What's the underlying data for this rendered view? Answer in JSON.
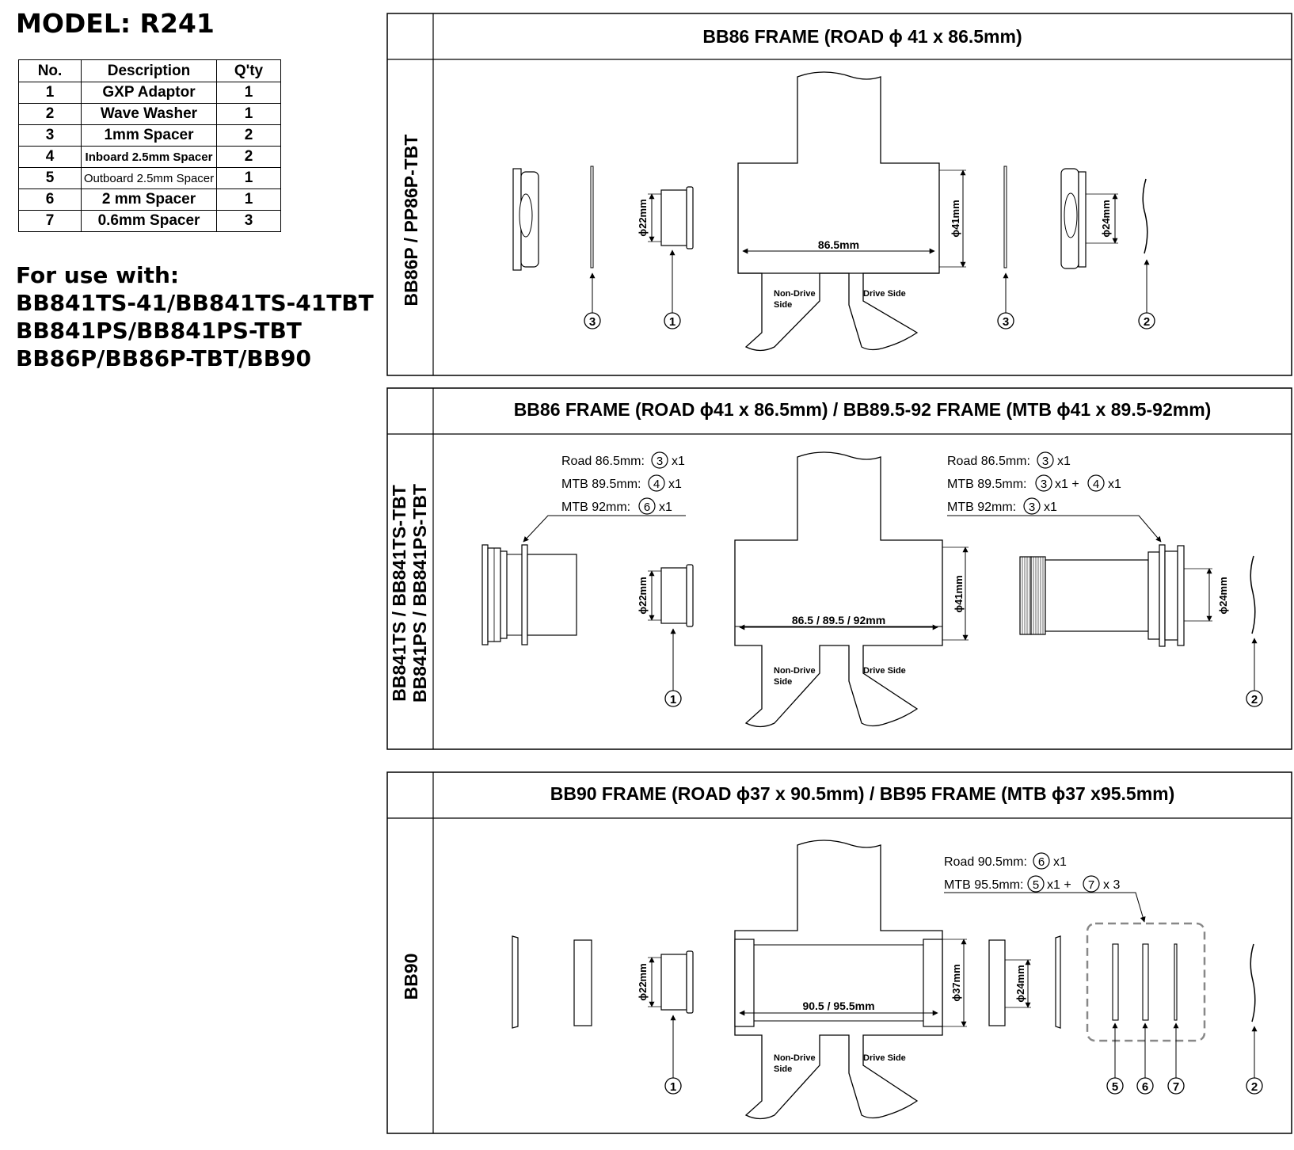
{
  "model": "MODEL: R241",
  "parts_table": {
    "headers": [
      "No.",
      "Description",
      "Q'ty"
    ],
    "rows": [
      {
        "no": "1",
        "desc": "GXP Adaptor",
        "qty": "1"
      },
      {
        "no": "2",
        "desc": "Wave Washer",
        "qty": "1"
      },
      {
        "no": "3",
        "desc": "1mm Spacer",
        "qty": "2"
      },
      {
        "no": "4",
        "desc": "Inboard 2.5mm Spacer",
        "qty": "2"
      },
      {
        "no": "5",
        "desc": "Outboard 2.5mm Spacer",
        "qty": "1"
      },
      {
        "no": "6",
        "desc": "2 mm Spacer",
        "qty": "1"
      },
      {
        "no": "7",
        "desc": "0.6mm Spacer",
        "qty": "3"
      }
    ]
  },
  "for_use": {
    "heading": "For use with:",
    "lines": [
      "BB841TS-41/BB841TS-41TBT",
      "BB841PS/BB841PS-TBT",
      "BB86P/BB86P-TBT/BB90"
    ]
  },
  "panel1": {
    "title": "BB86 FRAME (ROAD ϕ 41 x 86.5mm)",
    "side": "BB86P / PP86P-TBT",
    "dims": {
      "d22": "ϕ22mm",
      "width": "86.5mm",
      "d41": "ϕ41mm",
      "d24": "ϕ24mm"
    },
    "labels": {
      "nds": "Non-Drive",
      "nds2": "Side",
      "ds": "Drive Side"
    },
    "callouts": [
      "3",
      "1",
      "3",
      "2"
    ]
  },
  "panel2": {
    "title": "BB86 FRAME (ROAD ϕ41 x 86.5mm) / BB89.5-92 FRAME (MTB ϕ41 x 89.5-92mm)",
    "side1": "BB841TS  / BB841TS-TBT",
    "side2": "BB841PS  / BB841PS-TBT",
    "dims": {
      "d22": "ϕ22mm",
      "width": "86.5 / 89.5 / 92mm",
      "d41": "ϕ41mm",
      "d24": "ϕ24mm"
    },
    "labels": {
      "nds": "Non-Drive",
      "nds2": "Side",
      "ds": "Drive Side"
    },
    "left_notes": {
      "l1": "Road 86.5mm:",
      "l1n": "3",
      "l1q": "x1",
      "l2": "MTB 89.5mm:",
      "l2n": "4",
      "l2q": "x1",
      "l3": "MTB 92mm:",
      "l3n": "6",
      "l3q": "x1"
    },
    "right_notes": {
      "l1": "Road 86.5mm:",
      "l1n": "3",
      "l1q": "x1",
      "l2": "MTB 89.5mm:",
      "l2n": "3",
      "l2q": "x1 +",
      "l2n2": "4",
      "l2q2": "x1",
      "l3": "MTB 92mm:",
      "l3n": "3",
      "l3q": "x1"
    },
    "callouts": [
      "1",
      "2"
    ]
  },
  "panel3": {
    "title": "BB90 FRAME (ROAD ϕ37 x 90.5mm) / BB95 FRAME (MTB ϕ37 x95.5mm)",
    "side": "BB90",
    "dims": {
      "d22": "ϕ22mm",
      "width": "90.5 / 95.5mm",
      "d37": "ϕ37mm",
      "d24": "ϕ24mm"
    },
    "labels": {
      "nds": "Non-Drive",
      "nds2": "Side",
      "ds": "Drive Side"
    },
    "notes": {
      "l1": "Road 90.5mm:",
      "l1n": "6",
      "l1q": "x1",
      "l2": "MTB 95.5mm:",
      "l2n": "5",
      "l2q": "x1 +",
      "l2n2": "7",
      "l2q2": "x 3"
    },
    "callouts": [
      "1",
      "5",
      "6",
      "7",
      "2"
    ]
  }
}
